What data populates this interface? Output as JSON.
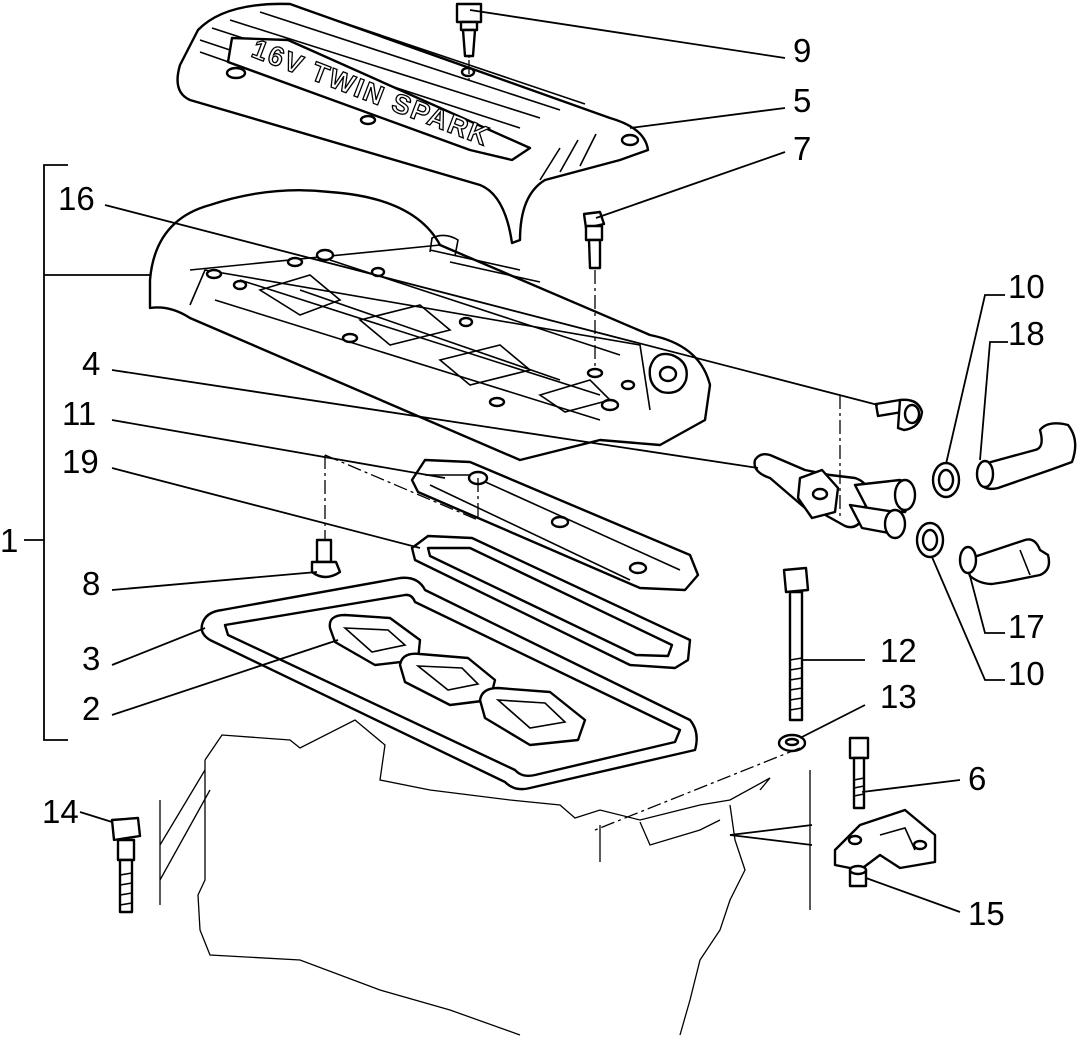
{
  "cover_text": "16V TWIN SPARK",
  "callouts": {
    "c1": "1",
    "c2": "2",
    "c3": "3",
    "c4": "4",
    "c5": "5",
    "c6": "6",
    "c7": "7",
    "c8": "8",
    "c9": "9",
    "c10a": "10",
    "c10b": "10",
    "c11": "11",
    "c12": "12",
    "c13": "13",
    "c14": "14",
    "c15": "15",
    "c16": "16",
    "c17": "17",
    "c18": "18",
    "c19": "19"
  }
}
